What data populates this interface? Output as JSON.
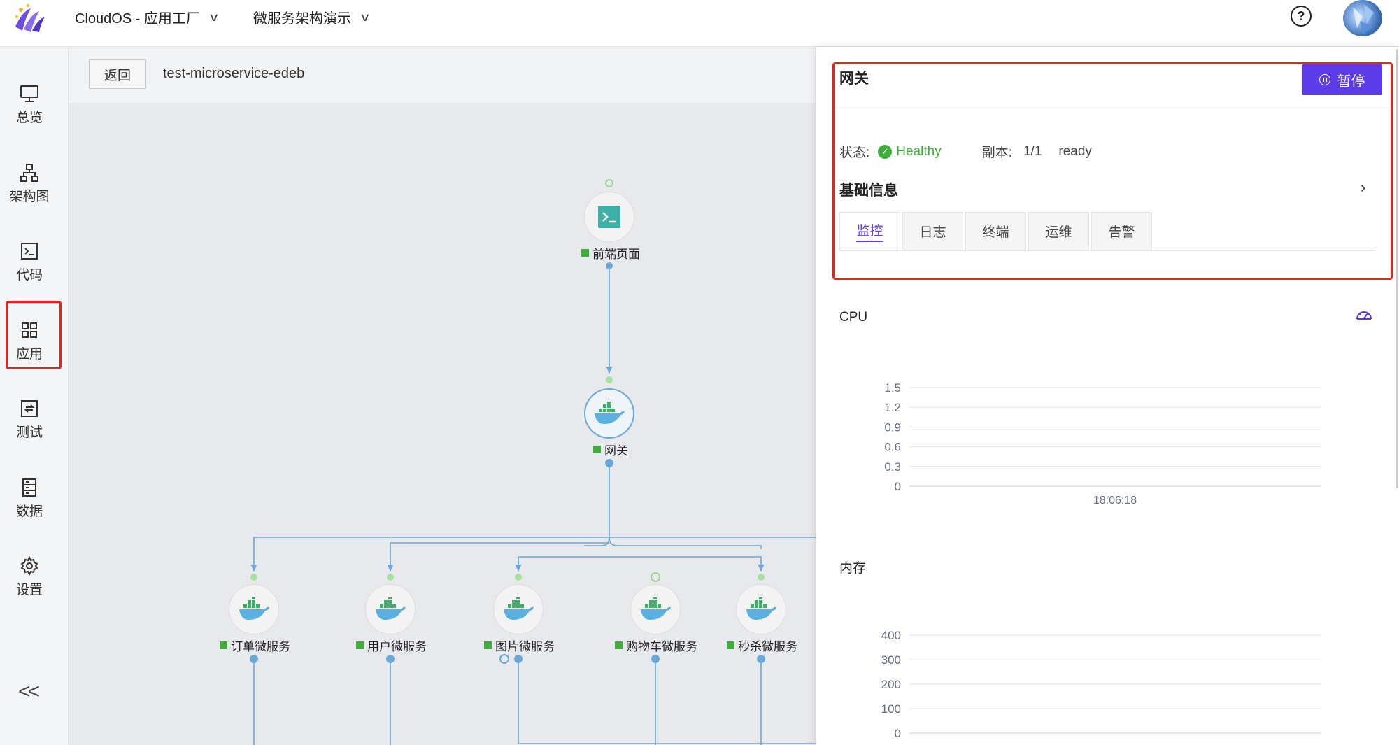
{
  "topbar": {
    "project_label": "CloudOS - 应用工厂",
    "workspace_label": "微服务架构演示",
    "help_label": "?"
  },
  "sidebar": {
    "items": [
      {
        "label": "总览",
        "icon": "monitor-icon"
      },
      {
        "label": "架构图",
        "icon": "sitemap-icon"
      },
      {
        "label": "代码",
        "icon": "terminal-icon"
      },
      {
        "label": "应用",
        "icon": "grid-icon"
      },
      {
        "label": "测试",
        "icon": "refresh-icon"
      },
      {
        "label": "数据",
        "icon": "database-icon"
      },
      {
        "label": "设置",
        "icon": "gear-icon"
      }
    ],
    "active": "应用",
    "collapse_label": "<<"
  },
  "canvas": {
    "back_label": "返回",
    "title": "test-microservice-edeb",
    "nodes": [
      {
        "id": "frontend",
        "label": "前端页面",
        "type": "terminal"
      },
      {
        "id": "gateway",
        "label": "网关",
        "type": "docker",
        "selected": true
      },
      {
        "id": "order",
        "label": "订单微服务",
        "type": "docker"
      },
      {
        "id": "user",
        "label": "用户微服务",
        "type": "docker"
      },
      {
        "id": "image",
        "label": "图片微服务",
        "type": "docker"
      },
      {
        "id": "cart",
        "label": "购物车微服务",
        "type": "docker"
      },
      {
        "id": "seckill",
        "label": "秒杀微服务",
        "type": "docker"
      }
    ]
  },
  "panel": {
    "title": "网关",
    "pause_label": "暂停",
    "status_label": "状态:",
    "status_value": "Healthy",
    "replica_label": "副本:",
    "replica_value": "1/1",
    "ready_label": "ready",
    "basic_info_label": "基础信息",
    "tabs": [
      "监控",
      "日志",
      "终端",
      "运维",
      "告警"
    ],
    "active_tab": "监控",
    "accent_color": "#5b3ce8",
    "healthy_color": "#3fae3a"
  },
  "chart_data": [
    {
      "type": "line",
      "title": "CPU",
      "y_ticks": [
        "1.5",
        "1.2",
        "0.9",
        "0.6",
        "0.3",
        "0"
      ],
      "ylim": [
        0,
        1.5
      ],
      "x_ticks": [
        "18:06:18"
      ],
      "series": []
    },
    {
      "type": "line",
      "title": "内存",
      "y_ticks": [
        "400",
        "300",
        "200",
        "100",
        "0"
      ],
      "ylim": [
        0,
        400
      ],
      "x_ticks": [],
      "series": []
    }
  ]
}
